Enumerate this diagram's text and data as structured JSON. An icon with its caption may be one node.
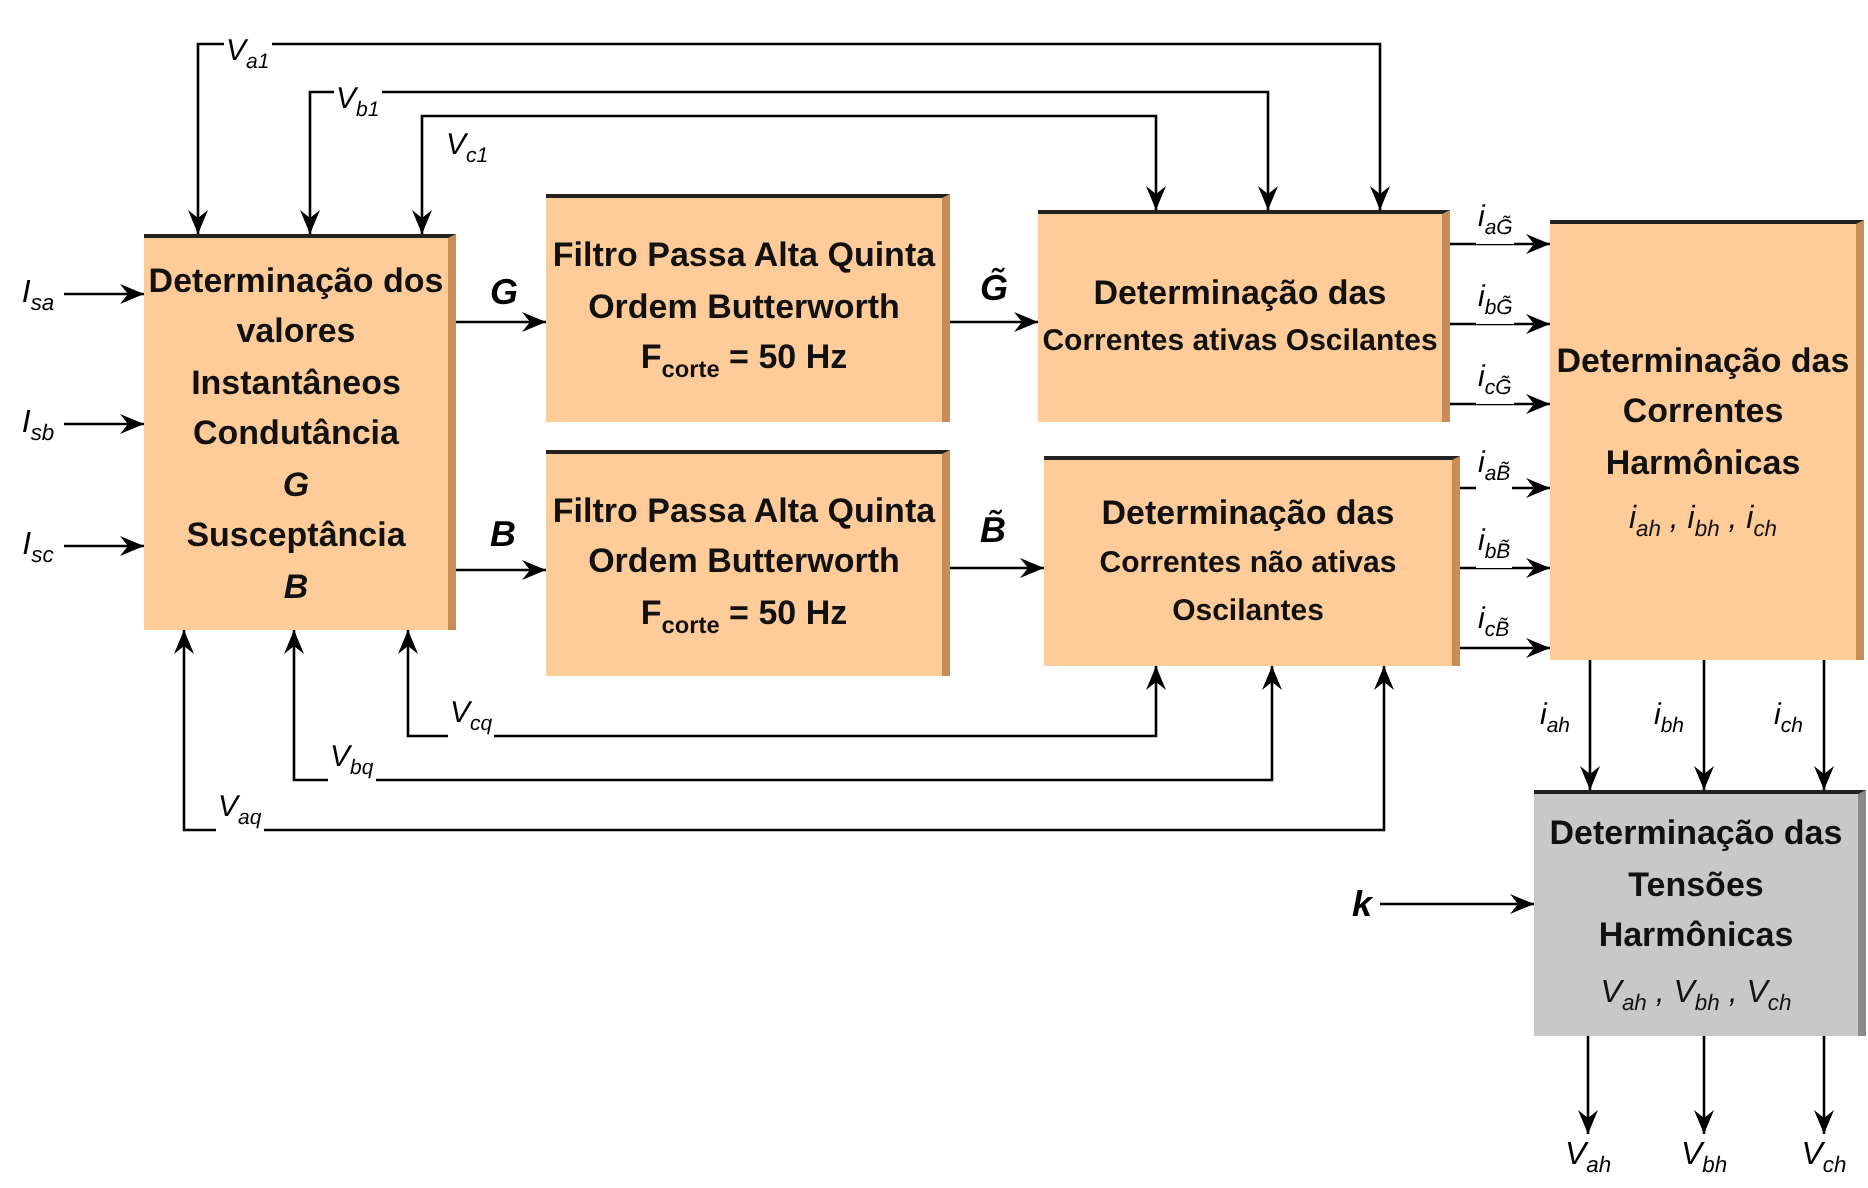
{
  "diagram": {
    "nodes": [
      {
        "text": [
          "Determinação dos valores Instantâneos Condutância *G* Susceptância *B*"
        ]
      },
      {
        "text": [
          "Filtro Passa Alta Quinta Ordem Butterworth",
          "F$_{corte}$ = 50 Hz"
        ]
      },
      {
        "text": [
          "Filtro Passa Alta Quinta Ordem Butterworth",
          "F$_{corte}$ = 50 Hz"
        ]
      },
      {
        "text": [
          "Determinação das",
          "Correntes ativas Oscilantes"
        ]
      },
      {
        "text": [
          "Determinação das",
          "Correntes não ativas Oscilantes"
        ]
      },
      {
        "text": [
          "Determinação das Correntes Harmônicas",
          "i$_{ah}$ , i$_{bh}$ , i$_{ch}$"
        ]
      },
      {
        "text": [
          "Determinação das Tensões Harmônicas",
          "V$_{ah}$ , V$_{bh}$ , V$_{ch}$"
        ]
      },
      {
        "text": [
          "I$_{sa}$"
        ]
      },
      {
        "text": [
          "I$_{sb}$"
        ]
      },
      {
        "text": [
          "I$_{sc}$"
        ]
      },
      {
        "text": [
          "k"
        ]
      },
      {
        "text": [
          "V$_{ah}$"
        ]
      },
      {
        "text": [
          "V$_{bh}$"
        ]
      },
      {
        "text": [
          "V$_{ch}$"
        ]
      }
    ],
    "edges": [
      {
        "from": 7,
        "to": 0,
        "arrow": "to"
      },
      {
        "from": 8,
        "to": 0,
        "arrow": "to"
      },
      {
        "from": 9,
        "to": 0,
        "arrow": "to"
      },
      {
        "from": 0,
        "to": 3,
        "arrow": "both",
        "label": "V$_{a1}$"
      },
      {
        "from": 0,
        "to": 3,
        "arrow": "both",
        "label": "V$_{b1}$"
      },
      {
        "from": 0,
        "to": 3,
        "arrow": "both",
        "label": "V$_{c1}$"
      },
      {
        "from": 0,
        "to": 1,
        "arrow": "to",
        "label": "G"
      },
      {
        "from": 0,
        "to": 2,
        "arrow": "to",
        "label": "B"
      },
      {
        "from": 1,
        "to": 3,
        "arrow": "to",
        "label": "G̃"
      },
      {
        "from": 2,
        "to": 4,
        "arrow": "to",
        "label": "B̃"
      },
      {
        "from": 3,
        "to": 5,
        "arrow": "to",
        "label": "i$_{aG̃}$"
      },
      {
        "from": 3,
        "to": 5,
        "arrow": "to",
        "label": "i$_{bG̃}$"
      },
      {
        "from": 3,
        "to": 5,
        "arrow": "to",
        "label": "i$_{cG̃}$"
      },
      {
        "from": 4,
        "to": 5,
        "arrow": "to",
        "label": "i$_{aB̃}$"
      },
      {
        "from": 4,
        "to": 5,
        "arrow": "to",
        "label": "i$_{bB̃}$"
      },
      {
        "from": 4,
        "to": 5,
        "arrow": "to",
        "label": "i$_{cB̃}$"
      },
      {
        "from": 0,
        "to": 4,
        "arrow": "both",
        "label": "V$_{cq}$"
      },
      {
        "from": 0,
        "to": 4,
        "arrow": "both",
        "label": "V$_{bq}$"
      },
      {
        "from": 0,
        "to": 4,
        "arrow": "both",
        "label": "V$_{aq}$"
      },
      {
        "from": 5,
        "to": 6,
        "arrow": "to",
        "label": "i$_{ah}$"
      },
      {
        "from": 5,
        "to": 6,
        "arrow": "to",
        "label": "i$_{bh}$"
      },
      {
        "from": 5,
        "to": 6,
        "arrow": "to",
        "label": "i$_{ch}$"
      },
      {
        "from": 10,
        "to": 6,
        "arrow": "to"
      },
      {
        "from": 6,
        "to": 11,
        "arrow": "to"
      },
      {
        "from": 6,
        "to": 12,
        "arrow": "to"
      },
      {
        "from": 6,
        "to": 13,
        "arrow": "to"
      }
    ]
  }
}
